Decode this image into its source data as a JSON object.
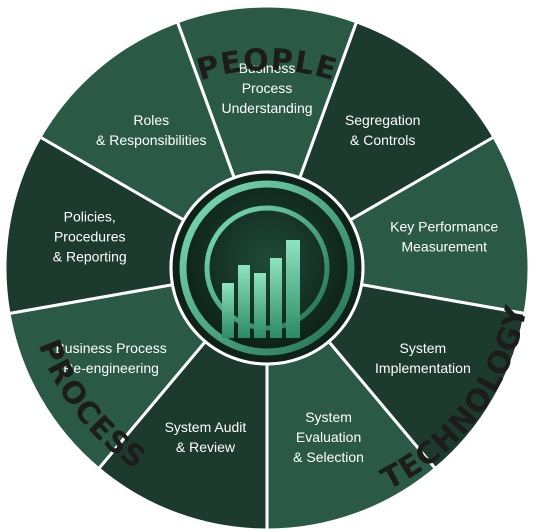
{
  "diagram": {
    "ring_labels": {
      "people": "PEOPLE",
      "process": "PROCESS",
      "technology": "TECHNOLOGY"
    },
    "segments": [
      {
        "id": "business-process-understanding",
        "lines": [
          "Business",
          "Process",
          "Understanding"
        ]
      },
      {
        "id": "segregation-controls",
        "lines": [
          "Segregation",
          "& Controls"
        ]
      },
      {
        "id": "key-performance-measurement",
        "lines": [
          "Key Performance",
          "Measurement"
        ]
      },
      {
        "id": "system-implementation",
        "lines": [
          "System",
          "Implementation"
        ]
      },
      {
        "id": "system-evaluation-selection",
        "lines": [
          "System",
          "Evaluation",
          "& Selection"
        ]
      },
      {
        "id": "system-audit-review",
        "lines": [
          "System Audit",
          "& Review"
        ]
      },
      {
        "id": "business-process-reengineering",
        "lines": [
          "Business Process",
          "Re-engineering"
        ]
      },
      {
        "id": "policies-procedures-reporting",
        "lines": [
          "Policies,",
          "Procedures",
          "& Reporting"
        ]
      },
      {
        "id": "roles-responsibilities",
        "lines": [
          "Roles",
          "& Responsibilities"
        ]
      }
    ],
    "colors": {
      "segment_dark": "#1c3a2e",
      "segment_light": "#2a5a45",
      "divider": "#ffffff",
      "hub_dark": "#0f2219",
      "hub_accent": "#3fae84",
      "ring_text": "#1c1c1c"
    },
    "center_icon": "bar-chart-icon"
  }
}
